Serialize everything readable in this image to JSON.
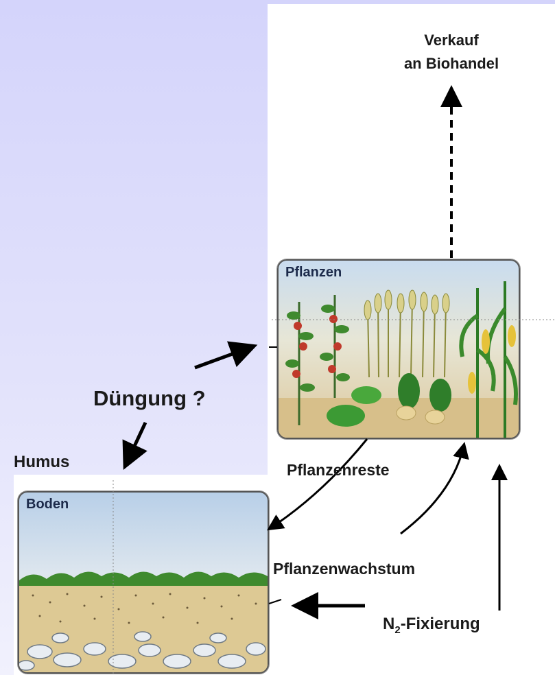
{
  "diagram": {
    "verkauf_line1": "Verkauf",
    "verkauf_line2": "an Biohandel",
    "pflanzen_title": "Pflanzen",
    "duengung": "Düngung ?",
    "humus": "Humus",
    "pflanzenreste": "Pflanzenreste",
    "boden_title": "Boden",
    "pflanzenwachstum": "Pflanzenwachstum",
    "n2_main": "N",
    "n2_sub": "2",
    "n2_rest": "-Fixierung"
  }
}
